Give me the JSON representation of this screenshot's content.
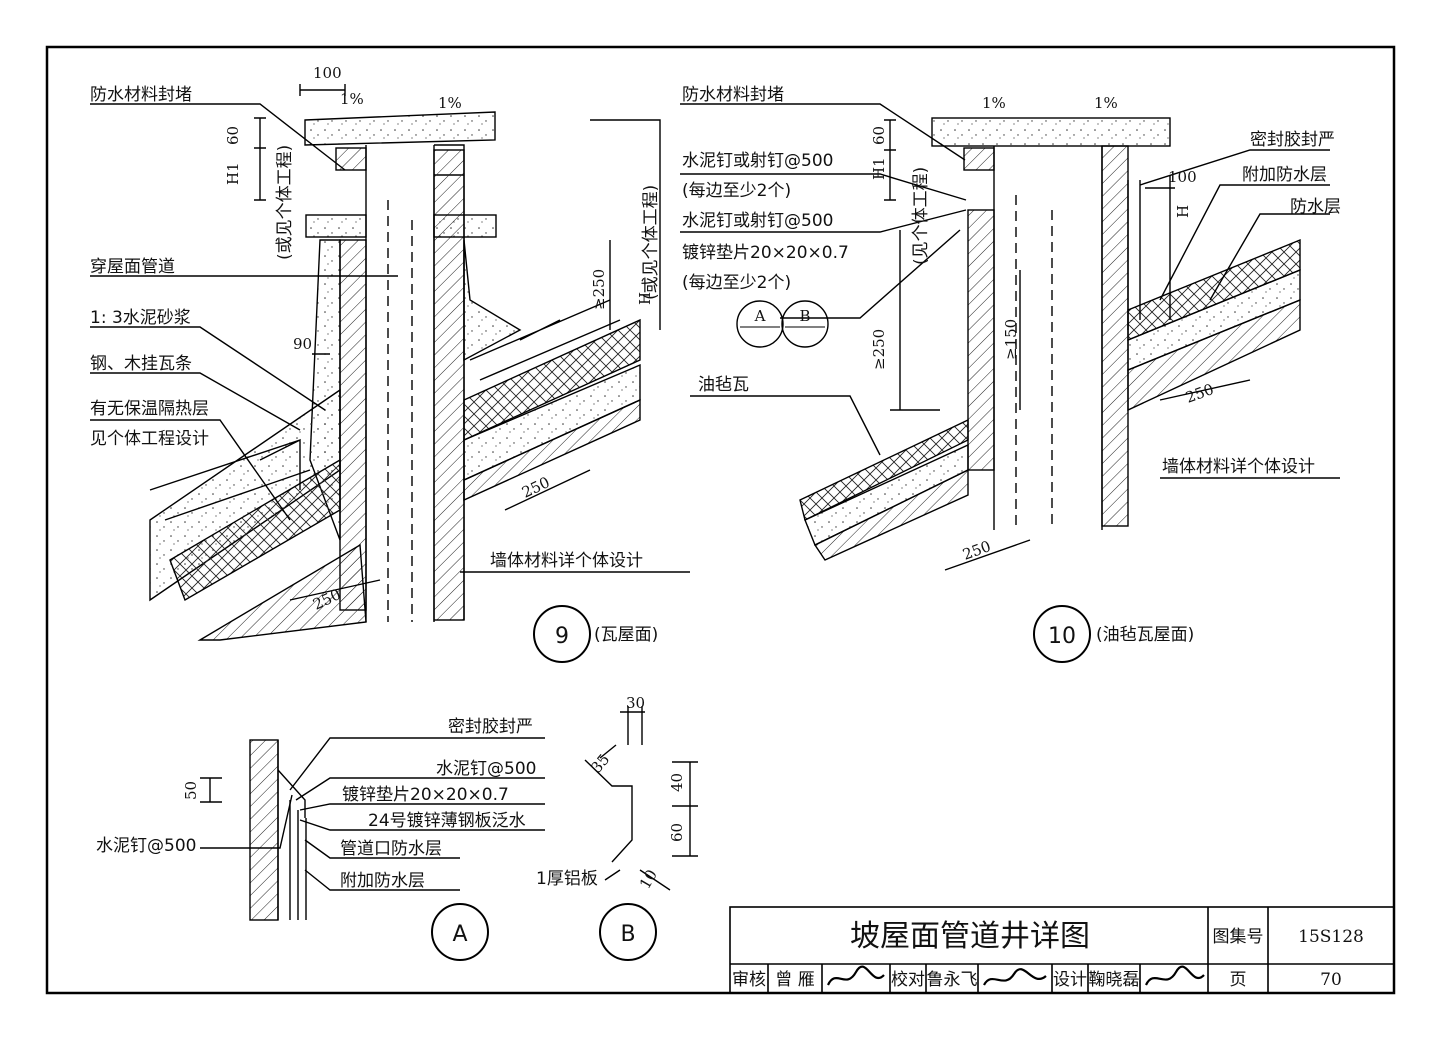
{
  "drawing": {
    "left": {
      "labels": {
        "seal": "防水材料封堵",
        "pipe": "穿屋面管道",
        "mortar": "1: 3水泥砂浆",
        "batten": "钢、木挂瓦条",
        "insul1": "有无保温隔热层",
        "insul2": "见个体工程设计",
        "wall": "墙体材料详个体设计"
      },
      "dims": {
        "d100": "100",
        "slope1": "1%",
        "slope2": "1%",
        "d60": "60",
        "h1": "H1",
        "d90": "90",
        "h": "H",
        "ge250": "≥250",
        "d250a": "250",
        "d250b": "250"
      },
      "vnote": "(或见个体工程)",
      "vnote2": "(或见个体工程)",
      "callout_num": "9",
      "callout_text": "(瓦屋面)"
    },
    "right": {
      "labels": {
        "seal": "防水材料封堵",
        "nail1": "水泥钉或射钉@500",
        "nail1_note": "(每边至少2个)",
        "nail2": "水泥钉或射钉@500",
        "washer": "镀锌垫片20×20×0.7",
        "washer_note": "(每边至少2个)",
        "felt": "油毡瓦",
        "sealant": "密封胶封严",
        "extra": "附加防水层",
        "water": "防水层",
        "wall": "墙体材料详个体设计"
      },
      "dims": {
        "slope1": "1%",
        "slope2": "1%",
        "d60": "60",
        "h1": "H1",
        "d100": "100",
        "h": "H",
        "ge250": "≥250",
        "ge150": "≥150",
        "d250a": "250",
        "d250b": "250"
      },
      "vnote": "(见个体工程)",
      "circleA": "A",
      "circleB": "B",
      "callout_num": "10",
      "callout_text": "(油毡瓦屋面)"
    },
    "detailA": {
      "labels": {
        "sealant": "密封胶封严",
        "nail": "水泥钉@500",
        "washer": "镀锌垫片20×20×0.7",
        "flashing": "24号镀锌薄钢板泛水",
        "pipe_wp": "管道口防水层",
        "extra": "附加防水层",
        "nail_left": "水泥钉@500"
      },
      "dims": {
        "d50": "50"
      },
      "callout": "A"
    },
    "detailB": {
      "labels": {
        "alu": "1厚铝板"
      },
      "dims": {
        "d30": "30",
        "d35": "35",
        "d40": "40",
        "d60": "60",
        "d10": "10"
      },
      "callout": "B"
    }
  },
  "title_block": {
    "title": "坡屋面管道井详图",
    "atlas_label": "图集号",
    "atlas_no": "15S128",
    "review_label": "审核",
    "reviewer": "曾 雁",
    "check_label": "校对",
    "checker": "鲁永飞",
    "design_label": "设计",
    "designer": "鞠晓磊",
    "page_label": "页",
    "page_no": "70"
  }
}
